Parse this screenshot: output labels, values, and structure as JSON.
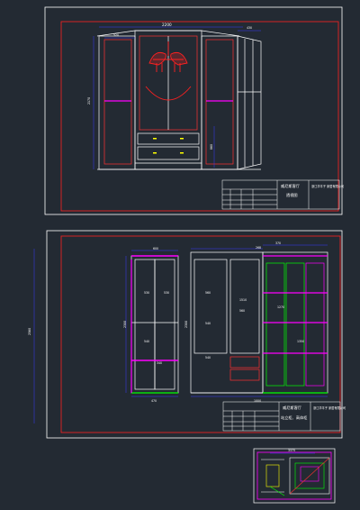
{
  "sheet1": {
    "dims": {
      "top_width": "2200",
      "left_top": "520",
      "right_top": "430",
      "left_height": "2170",
      "right_height": "860"
    },
    "title_block": {
      "product": "威尼斯客厅",
      "company": "浙江华平子\n家居有限公司",
      "drawing_name": "透视图"
    }
  },
  "sheet2": {
    "dims": {
      "left_top": "600",
      "right_top1": "268",
      "right_top2": "370",
      "left_height": "2300",
      "mid_height": "2300",
      "overall_height": "2560",
      "bottom_left": "470",
      "bottom_right": "1000",
      "inner_a": "530",
      "inner_b": "530",
      "inner_c": "540",
      "inner_d": "340",
      "inner_e": "560",
      "inner_f": "540",
      "inner_g": "540",
      "inner_h": "1510",
      "inner_i": "560",
      "inner_j": "1270",
      "inner_k": "1350"
    },
    "title_block": {
      "product": "威尼斯客厅",
      "company": "浙江华平子\n家居有限公司",
      "drawing_name": "站立柜、高体柜"
    }
  },
  "sheet3": {
    "dims": {
      "top": "3375"
    }
  },
  "colors": {
    "background": "#232a33",
    "frame": "#ffffff",
    "border": "#ff0000",
    "dimension": "#3a3aff",
    "highlight": "#ff00ff",
    "accent_green": "#00ff00",
    "accent_yellow": "#ffff00"
  }
}
